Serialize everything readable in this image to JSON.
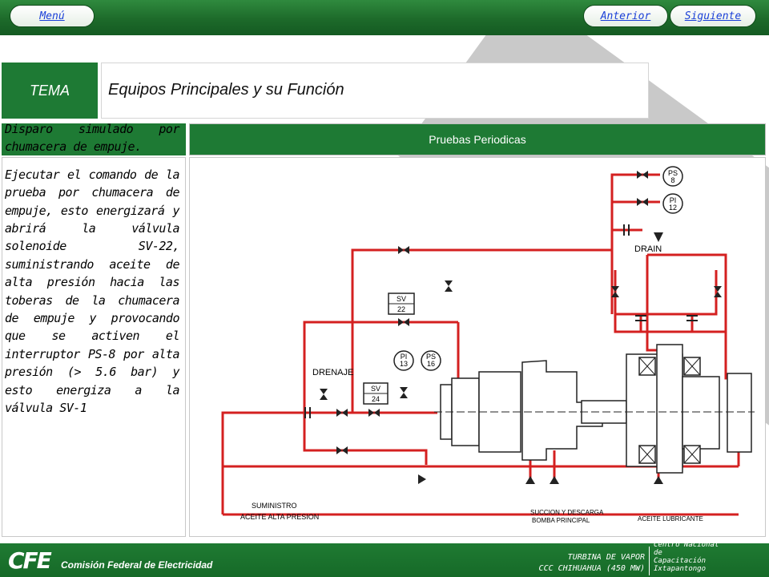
{
  "nav": {
    "menu_label": "Menú",
    "prev_label": "Anterior",
    "next_label": "Siguiente"
  },
  "header": {
    "tema_label": "TEMA",
    "title": "Equipos Principales y su Función"
  },
  "panel": {
    "section_title": "Pruebas Periodicas",
    "description_paragraphs": [
      "Disparo simulado por chumacera de empuje.",
      "Ejecutar el comando de la prueba por chumacera de empuje, esto energizará y abrirá la válvula solenoide SV-22, suministrando aceite de alta presión hacia las toberas de la chumacera de empuje y provocando que se activen el interruptor PS-8 por alta presión (> 5.6 bar) y esto energiza a la válvula SV-1"
    ]
  },
  "diagram": {
    "ps8_top": "PS",
    "ps8_bot": "8",
    "pi12_top": "PI",
    "pi12_bot": "12",
    "drain": "DRAIN",
    "sv22_top": "SV",
    "sv22_bot": "22",
    "pi13_top": "PI",
    "pi13_bot": "13",
    "ps16_top": "PS",
    "ps16_bot": "16",
    "drenaje": "DRENAJE",
    "sv24_top": "SV",
    "sv24_bot": "24",
    "supply_line1": "SUMINISTRO",
    "supply_line2": "ACEITE ALTA PRESION",
    "pump_line1": "SUCCION Y DESCARGA",
    "pump_line2": "BOMBA PRINCIPAL",
    "lube": "ACEITE LUBRICANTE",
    "line_color": "#d42020"
  },
  "footer": {
    "brand": "CFE",
    "company": "Comisión Federal de Electricidad",
    "line1": "TURBINA DE VAPOR",
    "line2": "CCC CHIHUAHUA (450 MW)",
    "center_1": "Centro Nacional",
    "center_2": "de",
    "center_3": "Capacitación",
    "center_4": "Ixtapantongo"
  }
}
